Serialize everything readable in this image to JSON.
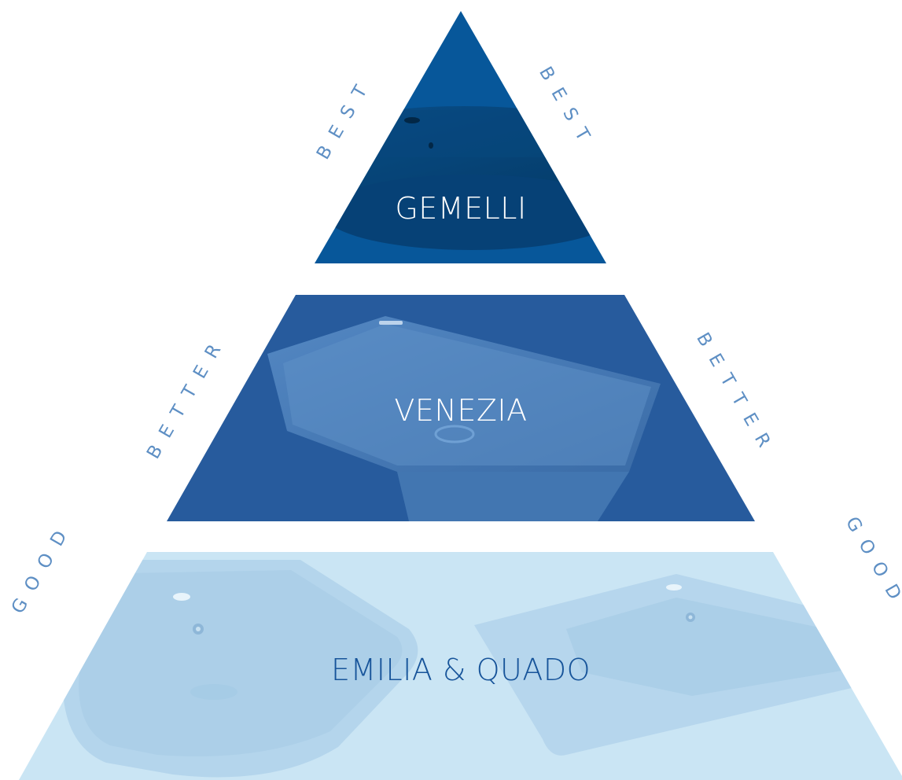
{
  "colors": {
    "top_tier": "#07579A",
    "middle_tier": "#275B9D",
    "bottom_tier": "#CAE5F4",
    "side_text": "#5E8FC4",
    "label_light": "#FFFFFF",
    "label_dark": "#17549A"
  },
  "tiers": [
    {
      "rank": "BEST",
      "name": "GEMELLI",
      "image": "oval-sink-photo"
    },
    {
      "rank": "BETTER",
      "name": "VENEZIA",
      "image": "square-vessel-sink-photo"
    },
    {
      "rank": "GOOD",
      "name": "EMILIA & QUADO",
      "image": "wall-hung-basins-photo"
    }
  ]
}
